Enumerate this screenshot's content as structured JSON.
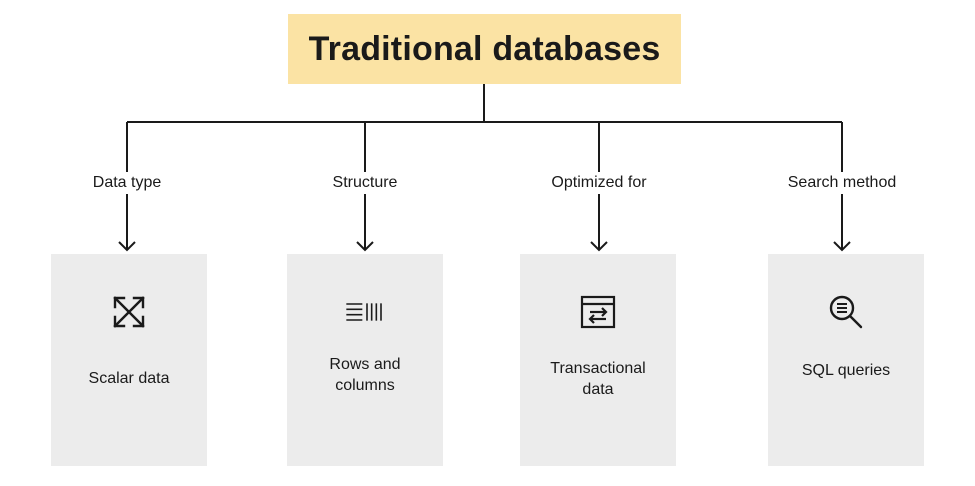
{
  "title": "Traditional databases",
  "branches": [
    {
      "label": "Data type",
      "icon": "expand-arrows-icon",
      "text": "Scalar data"
    },
    {
      "label": "Structure",
      "icon": "rows-columns-icon",
      "text": "Rows and\ncolumns"
    },
    {
      "label": "Optimized for",
      "icon": "transaction-window-icon",
      "text": "Transactional\ndata"
    },
    {
      "label": "Search method",
      "icon": "search-magnifier-icon",
      "text": "SQL queries"
    }
  ],
  "colors": {
    "title_background": "#fbe3a4",
    "card_background": "#ececec",
    "line": "#1a1a1a"
  }
}
